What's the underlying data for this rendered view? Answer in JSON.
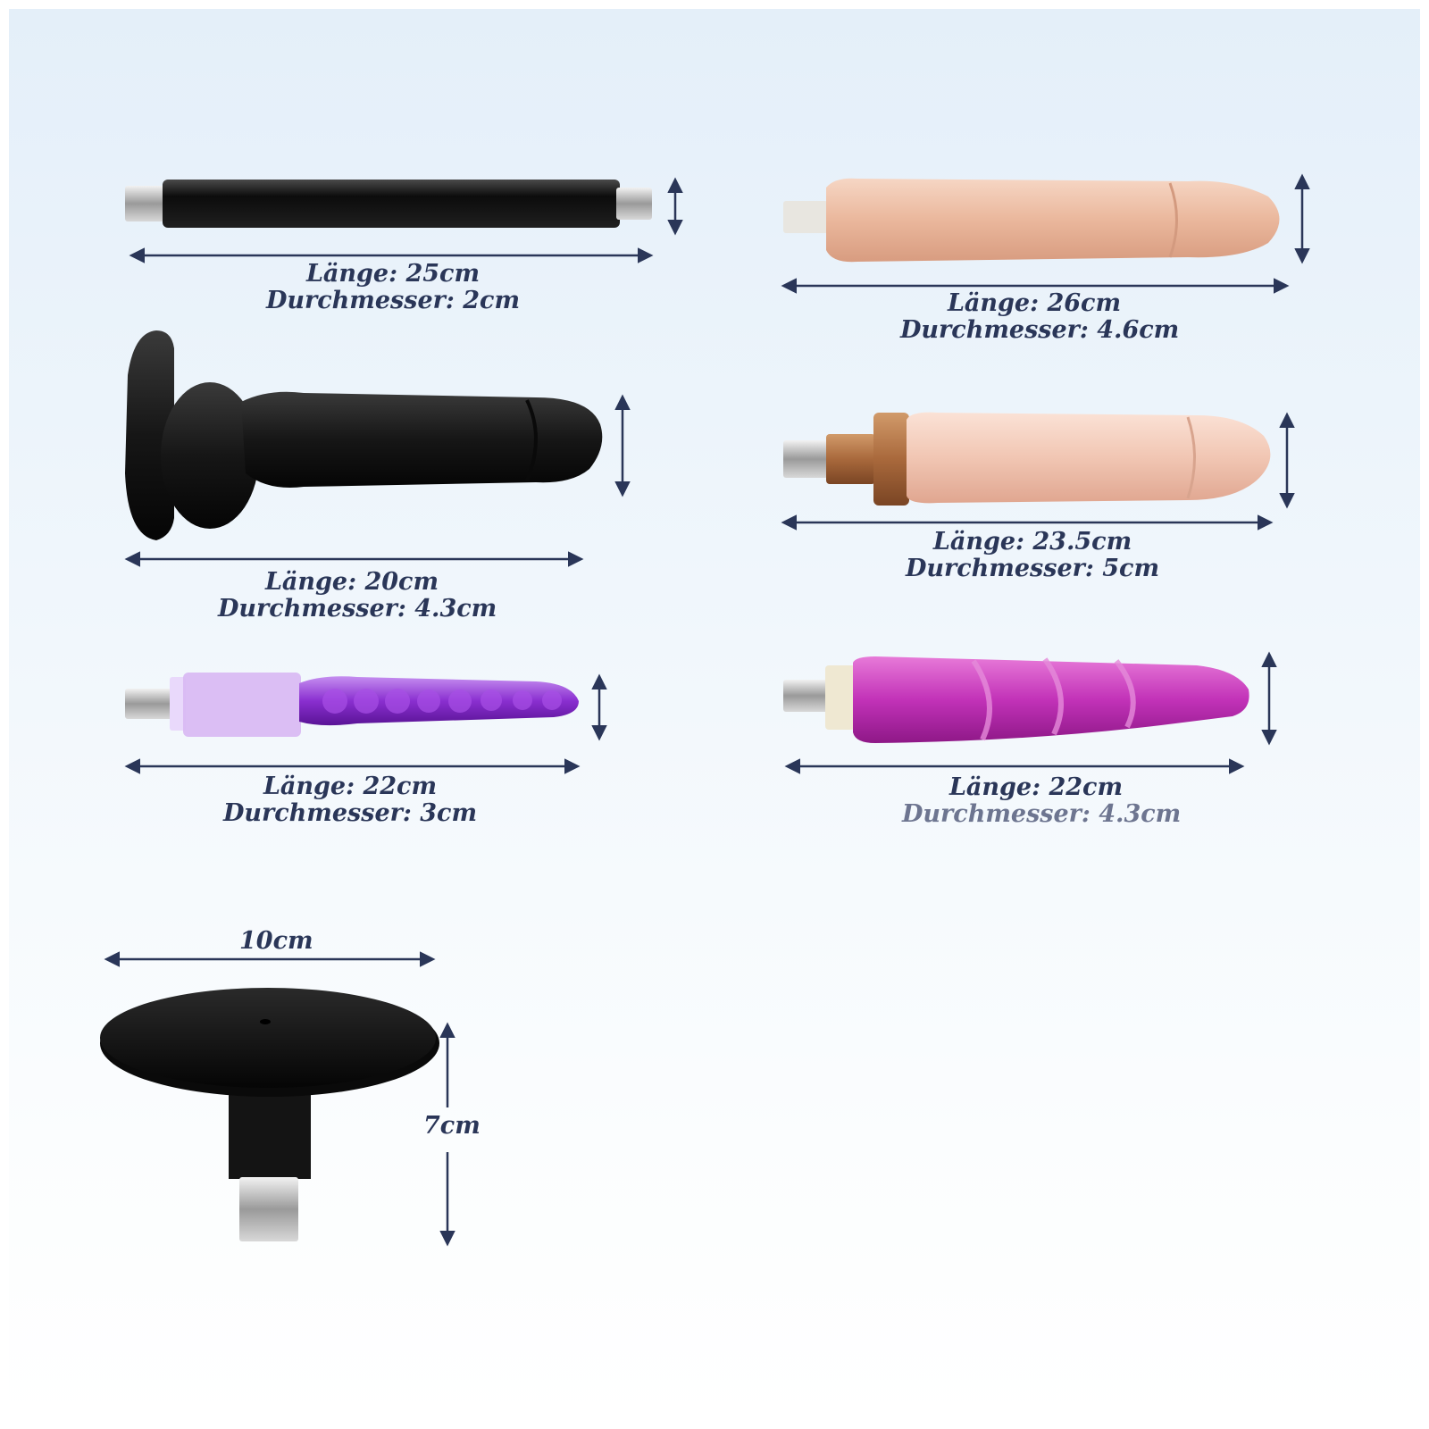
{
  "colors": {
    "arrow": "#2a3658",
    "text": "#2a3658"
  },
  "items": [
    {
      "length": "Länge: 25cm",
      "diameter": "Durchmesser: 2cm"
    },
    {
      "length": "Länge: 26cm",
      "diameter": "Durchmesser: 4.6cm"
    },
    {
      "length": "Länge: 20cm",
      "diameter": "Durchmesser: 4.3cm"
    },
    {
      "length": "Länge: 23.5cm",
      "diameter": "Durchmesser: 5cm"
    },
    {
      "length": "Länge: 22cm",
      "diameter": "Durchmesser: 3cm"
    },
    {
      "length": "Länge: 22cm",
      "diameter": "Durchmesser: 4.3cm"
    }
  ],
  "mount": {
    "width": "10cm",
    "height": "7cm"
  }
}
